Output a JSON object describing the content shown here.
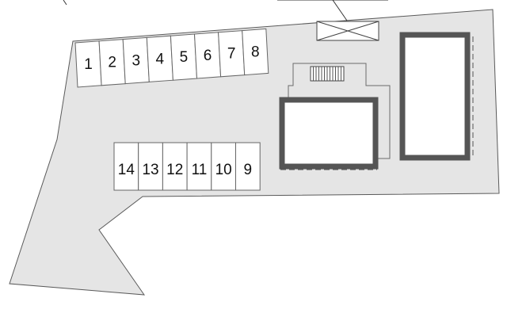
{
  "site_plan": {
    "colors": {
      "site_fill": "#e5e5e5",
      "outline": "#5a5a5a",
      "building_wall": "#555555",
      "slot_fill": "#ffffff"
    },
    "parking_row_top": [
      "1",
      "2",
      "3",
      "4",
      "5",
      "6",
      "7",
      "8"
    ],
    "parking_row_bottom": [
      "14",
      "13",
      "12",
      "11",
      "10",
      "9"
    ],
    "icons": {
      "stairs": "stairs-icon",
      "storage": "storage-box-icon"
    }
  }
}
